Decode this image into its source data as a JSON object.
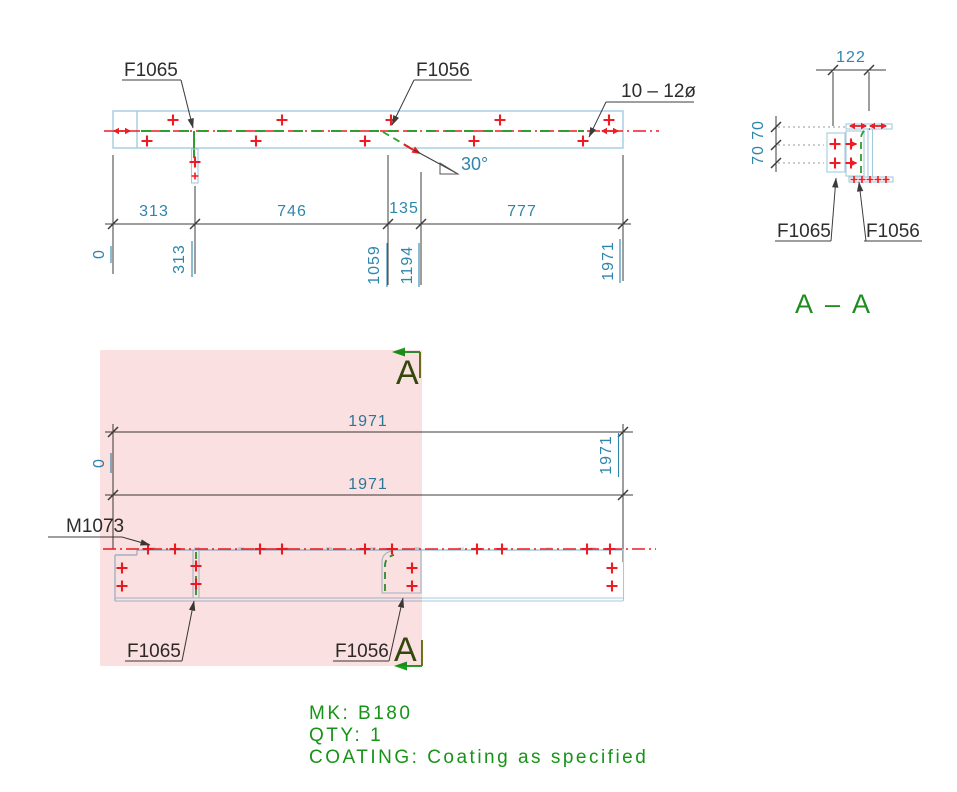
{
  "title": "Steel member fabrication drawing",
  "top_view": {
    "labels": {
      "f1065": "F1065",
      "f1056": "F1056",
      "holes": "10 – 12ø",
      "angle": "30°"
    },
    "segment_dims": [
      "313",
      "746",
      "135",
      "777"
    ],
    "running_dims": [
      "0",
      "313",
      "1059",
      "1194",
      "1971"
    ]
  },
  "section_view": {
    "title": "A – A",
    "width_dim": "122",
    "height_dims": [
      "70",
      "70"
    ],
    "labels": {
      "f1065": "F1065",
      "f1056": "F1056"
    }
  },
  "front_view": {
    "overall_dims": [
      "1971",
      "1971"
    ],
    "running_dims": [
      "0",
      "1971"
    ],
    "labels": {
      "m1073": "M1073",
      "f1065": "F1065",
      "f1056": "F1056"
    },
    "section_mark": "A"
  },
  "notes": {
    "mk": "MK: B180",
    "qty": "QTY: 1",
    "coating": "COATING: Coating as specified"
  },
  "colors": {
    "dim_text": "#2e86ad",
    "outline_blue": "#a4cade",
    "weld_green": "#2f9e2f",
    "mark_red": "#ee1c23",
    "highlight_pink": "#f5c7c7",
    "note_green": "#179417",
    "section_letter_green": "#35520e",
    "arrow_green": "#1b9e1b",
    "line_dark": "#3c3c3c"
  }
}
